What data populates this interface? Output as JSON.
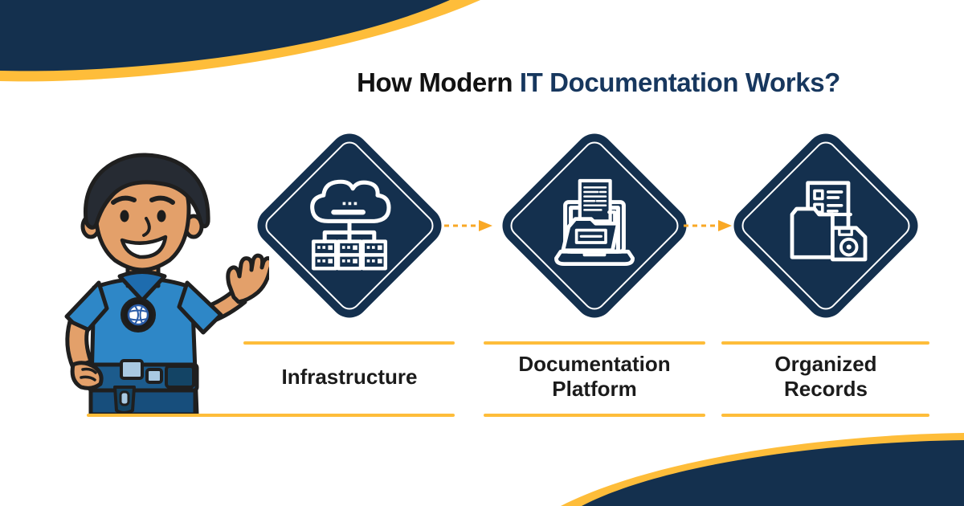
{
  "title": {
    "prefix": "How Modern ",
    "highlight": "IT Documentation Works?"
  },
  "steps": [
    {
      "name": "infrastructure",
      "label_line1": "Infrastructure",
      "icon": "cloud-network-icon"
    },
    {
      "name": "documentation-platform",
      "label_line1": "Documentation",
      "label_line2": "Platform",
      "icon": "laptop-folder-document-icon"
    },
    {
      "name": "organized-records",
      "label_line1": "Organized",
      "label_line2": "Records",
      "icon": "folder-checklist-save-icon"
    }
  ],
  "flow": {
    "arrows": 2,
    "style": "dashed-right"
  },
  "illustration": {
    "name": "it-technician-character"
  },
  "colors": {
    "navy": "#14304E",
    "title_navy": "#17375E",
    "gold": "#FEBD3A",
    "arrow_gold": "#F9A825",
    "text": "#1B1B1B",
    "background": "#FFFFFF"
  }
}
